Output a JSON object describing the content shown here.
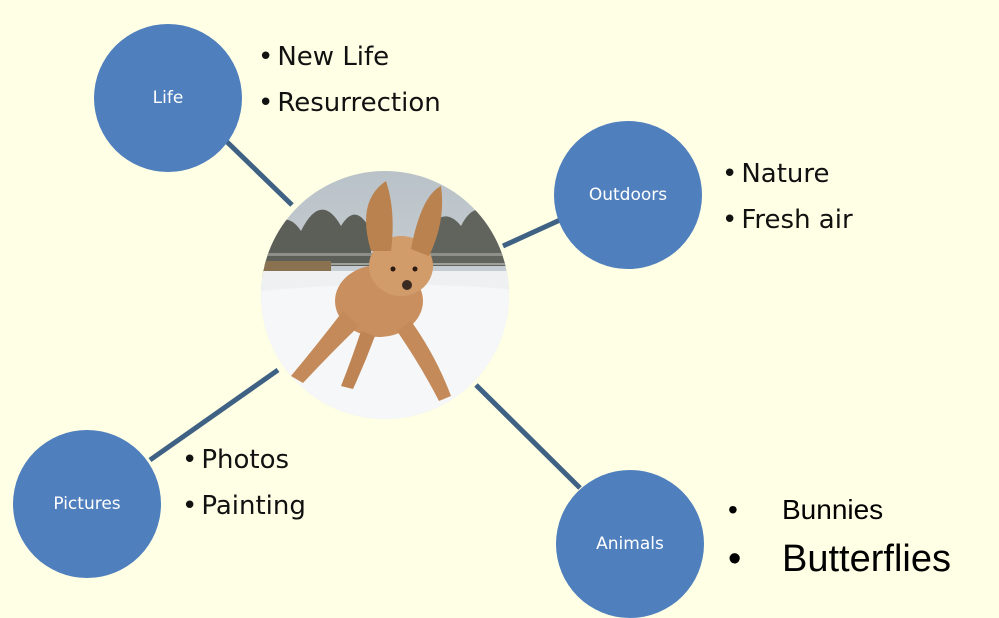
{
  "colors": {
    "background": "#ffffe5",
    "node_fill": "#4f7fbd",
    "connector": "#3e6184",
    "node_text": "#ffffff"
  },
  "center": {
    "image": "dog-jumping-in-snow"
  },
  "nodes": {
    "life": {
      "label": "Life",
      "bullets": [
        "New Life",
        "Resurrection"
      ]
    },
    "outdoors": {
      "label": "Outdoors",
      "bullets": [
        "Nature",
        "Fresh air"
      ]
    },
    "pictures": {
      "label": "Pictures",
      "bullets": [
        "Photos",
        "Painting"
      ]
    },
    "animals": {
      "label": "Animals",
      "bullets": [
        "Bunnies",
        "Butterflies"
      ]
    }
  }
}
